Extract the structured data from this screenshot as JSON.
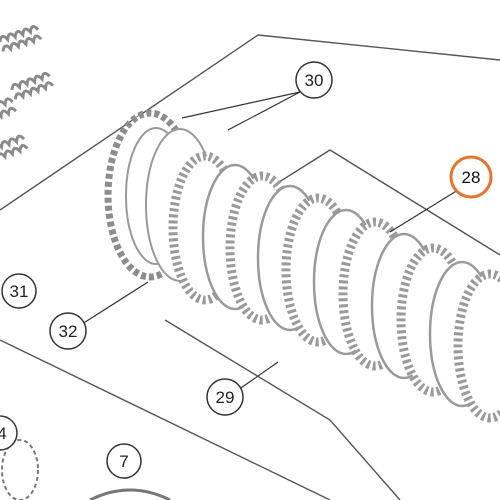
{
  "diagram": {
    "colors": {
      "line": "#555555",
      "plate": "#9a9a9a",
      "plate_fill": "#ffffff",
      "highlight": "#e8742a"
    },
    "callouts": {
      "c30": "30",
      "c28": "28",
      "c31": "31",
      "c32": "32",
      "c29": "29",
      "c7": "7",
      "c4": "4"
    }
  }
}
